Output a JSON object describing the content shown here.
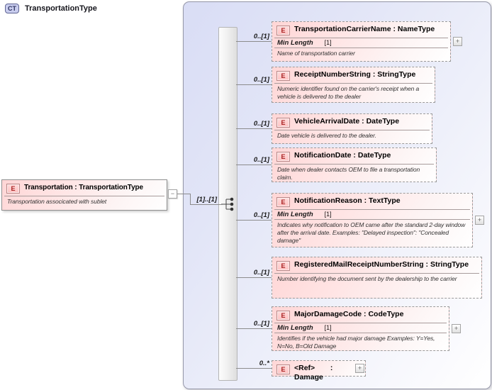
{
  "labels": {
    "type_sep": " : ",
    "expand_glyph": "+",
    "collapse_glyph": "−"
  },
  "root_element": {
    "badge": "E",
    "name": "Transportation",
    "type": "TransportationType",
    "annotation": "Transportation associcated with sublet",
    "cardinality": "[1]..[1]"
  },
  "complex_type": {
    "badge": "CT",
    "title": "TransportationType",
    "compositor": "sequence",
    "children": [
      {
        "badge": "E",
        "name": "TransportationCarrierName",
        "type": "NameType",
        "cardinality": "0..[1]",
        "facet_name": "Min Length",
        "facet_value": "[1]",
        "annotation": "Name of transportation carrier"
      },
      {
        "badge": "E",
        "name": "ReceiptNumberString",
        "type": "StringType",
        "cardinality": "0..[1]",
        "annotation": "Numeric identifier found on the carrier's receipt when a vehicle is delivered to the dealer"
      },
      {
        "badge": "E",
        "name": "VehicleArrivalDate",
        "type": "DateType",
        "cardinality": "0..[1]",
        "annotation": "Date vehicle is delivered to the dealer."
      },
      {
        "badge": "E",
        "name": "NotificationDate",
        "type": "DateType",
        "cardinality": "0..[1]",
        "annotation": "Date when dealer contacts OEM to file a transportation claim."
      },
      {
        "badge": "E",
        "name": "NotificationReason",
        "type": "TextType",
        "cardinality": "0..[1]",
        "facet_name": "Min Length",
        "facet_value": "[1]",
        "annotation": "Indicates why notification to OEM came after the standard 2-day window after the arrival date. Examples: \"Delayed inspection\": \"Concealed damage\""
      },
      {
        "badge": "E",
        "name": "RegisteredMailReceiptNumberString",
        "type": "StringType",
        "cardinality": "0..[1]",
        "annotation": "Number identifying the document sent by the dealership to the carrier"
      },
      {
        "badge": "E",
        "name": "MajorDamageCode",
        "type": "CodeType",
        "cardinality": "0..[1]",
        "facet_name": "Min Length",
        "facet_value": "[1]",
        "annotation": "Identifies if the vehicle had major damage Examples: Y=Yes, N=No, B=Old Damage"
      },
      {
        "badge": "E",
        "name": "<Ref>",
        "type": "Damage",
        "cardinality": "0..*"
      }
    ]
  }
}
